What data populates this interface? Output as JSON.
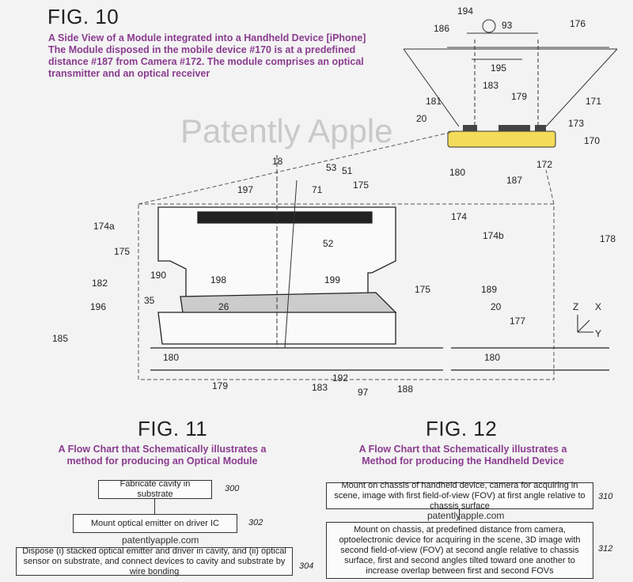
{
  "fig10": {
    "title": "FIG. 10",
    "caption": [
      "A Side View of a Module integrated into a Handheld Device [iPhone]",
      "The Module disposed in the mobile device #170 is at a predefined",
      "distance #187 from Camera #172. The module comprises an optical",
      "transmitter and an optical receiver"
    ],
    "watermark": "Patently Apple",
    "labels": [
      "194",
      "93",
      "176",
      "186",
      "195",
      "183",
      "179",
      "171",
      "181",
      "173",
      "20",
      "170",
      "180",
      "172",
      "187",
      "18",
      "53",
      "51",
      "175",
      "197",
      "71",
      "174",
      "174a",
      "174b",
      "178",
      "52",
      "175",
      "198",
      "199",
      "190",
      "175",
      "182",
      "189",
      "35",
      "26",
      "20",
      "196",
      "177",
      "185",
      "180",
      "180",
      "179",
      "183",
      "192",
      "97",
      "188",
      "Z",
      "X",
      "Y"
    ]
  },
  "fig11": {
    "title": "FIG. 11",
    "caption": [
      "A Flow Chart that Schematically illustrates a",
      "method for producing an Optical Module"
    ],
    "steps": [
      {
        "text": "Fabricate cavity in substrate",
        "ref": "300"
      },
      {
        "text": "Mount optical emitter on driver IC",
        "ref": "302"
      },
      {
        "text": "Dispose (i) stacked optical emitter and driver in cavity, and (ii) optical sensor on substrate, and connect devices to cavity and substrate by wire bonding",
        "ref": "304"
      }
    ],
    "watermark": "patentlyapple.com"
  },
  "fig12": {
    "title": "FIG. 12",
    "caption": [
      "A Flow Chart that Schematically illustrates a",
      "Method for producing the Handheld Device"
    ],
    "steps": [
      {
        "text": "Mount on chassis of handheld device, camera for acquiring in scene, image with first field-of-view (FOV) at first angle relative to chassis surface",
        "ref": "310"
      },
      {
        "text": "Mount on chassis, at predefined distance from camera, optoelectronic device for acquiring in the scene, 3D image with second field-of-view (FOV) at second angle relative to chassis surface, first and second angles tilted toward one another to increase overlap between first and second FOVs",
        "ref": "312"
      }
    ],
    "watermark": "patentlyapple.com"
  },
  "colors": {
    "caption": "#8a3c8f",
    "device": "#f3dc5a"
  }
}
